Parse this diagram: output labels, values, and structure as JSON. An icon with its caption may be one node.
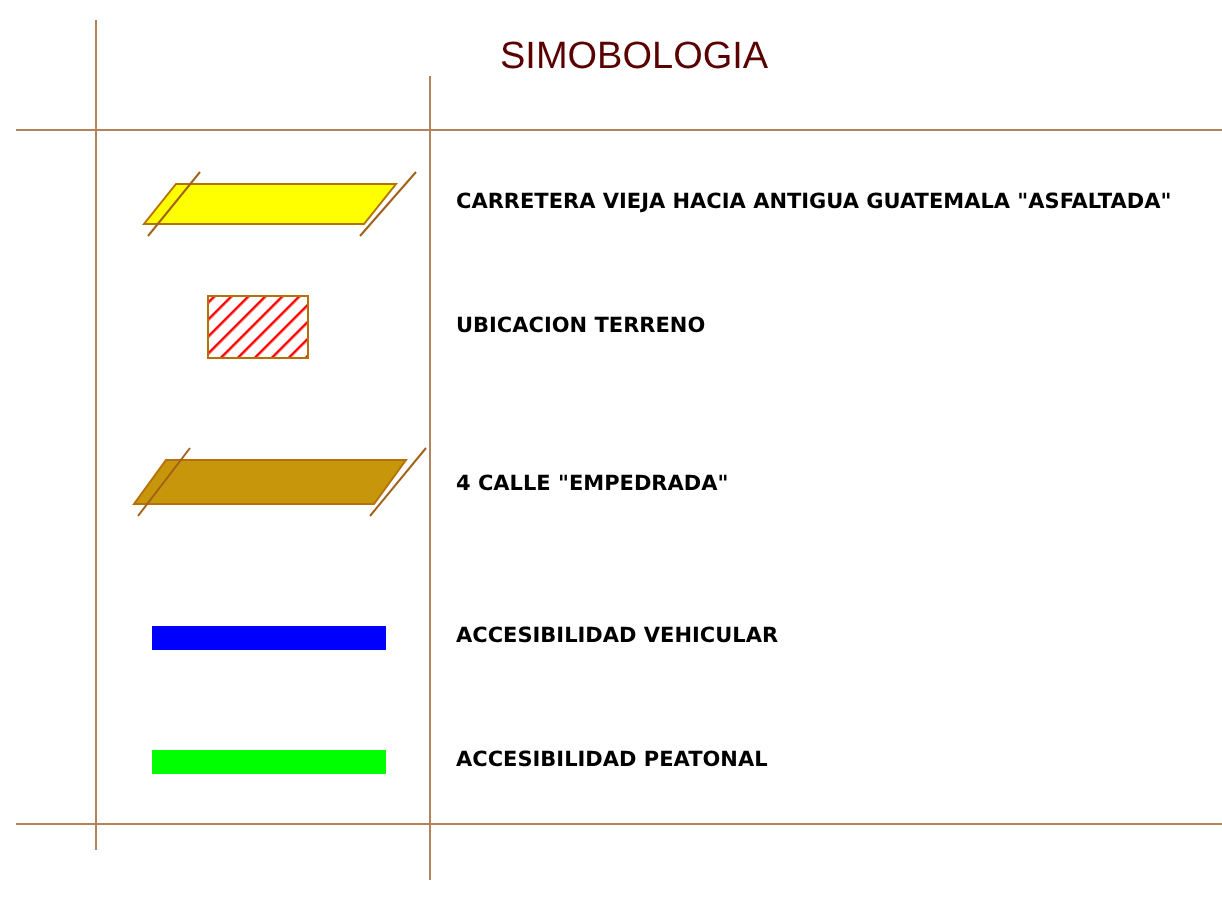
{
  "diagram": {
    "title": "SIMOBOLOGIA",
    "legend": [
      {
        "text": "CARRETERA VIEJA HACIA ANTIGUA GUATEMALA \"ASFALTADA\"",
        "color": "#ffff00"
      },
      {
        "text": "UBICACION TERRENO"
      },
      {
        "text": "4 CALLE \"EMPEDRADA\"",
        "color": "#c8960a"
      },
      {
        "text": "ACCESIBILIDAD VEHICULAR",
        "color": "#0000ff"
      },
      {
        "text": "ACCESIBILIDAD PEATONAL",
        "color": "#00ff00"
      }
    ]
  }
}
